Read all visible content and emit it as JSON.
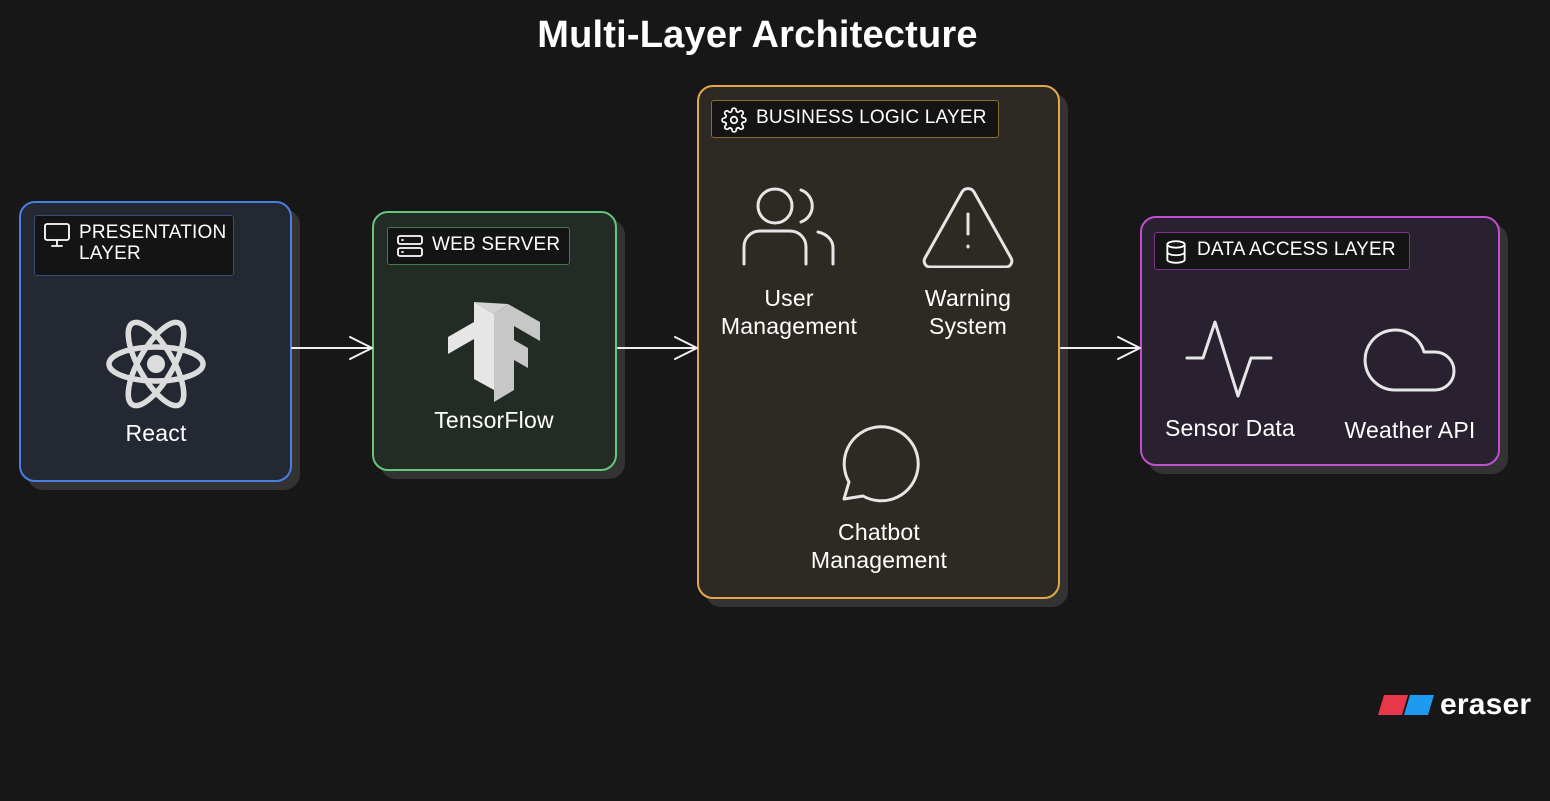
{
  "title": "Multi-Layer Architecture",
  "groups": {
    "presentation": {
      "label": "Presentation Layer",
      "color": "#4a7fe0",
      "nodes": [
        {
          "label": "React",
          "icon": "react-icon"
        }
      ]
    },
    "web_server": {
      "label": "Web Server",
      "color": "#64c77a",
      "nodes": [
        {
          "label": "TensorFlow",
          "icon": "tensorflow-icon"
        }
      ]
    },
    "business_logic": {
      "label": "Business Logic Layer",
      "color": "#e3a84a",
      "nodes": [
        {
          "label": "User\nManagement",
          "icon": "users-icon"
        },
        {
          "label": "Warning\nSystem",
          "icon": "warning-icon"
        },
        {
          "label": "Chatbot\nManagement",
          "icon": "chat-bubble-icon"
        }
      ]
    },
    "data_access": {
      "label": "Data Access Layer",
      "color": "#c24fd2",
      "nodes": [
        {
          "label": "Sensor Data",
          "icon": "activity-icon"
        },
        {
          "label": "Weather API",
          "icon": "cloud-icon"
        }
      ]
    }
  },
  "edges": [
    {
      "from": "presentation",
      "to": "web_server"
    },
    {
      "from": "web_server",
      "to": "business_logic"
    },
    {
      "from": "business_logic",
      "to": "data_access"
    }
  ],
  "brand": {
    "name": "eraser",
    "colors": [
      "#e8364a",
      "#1e9bf0"
    ]
  }
}
